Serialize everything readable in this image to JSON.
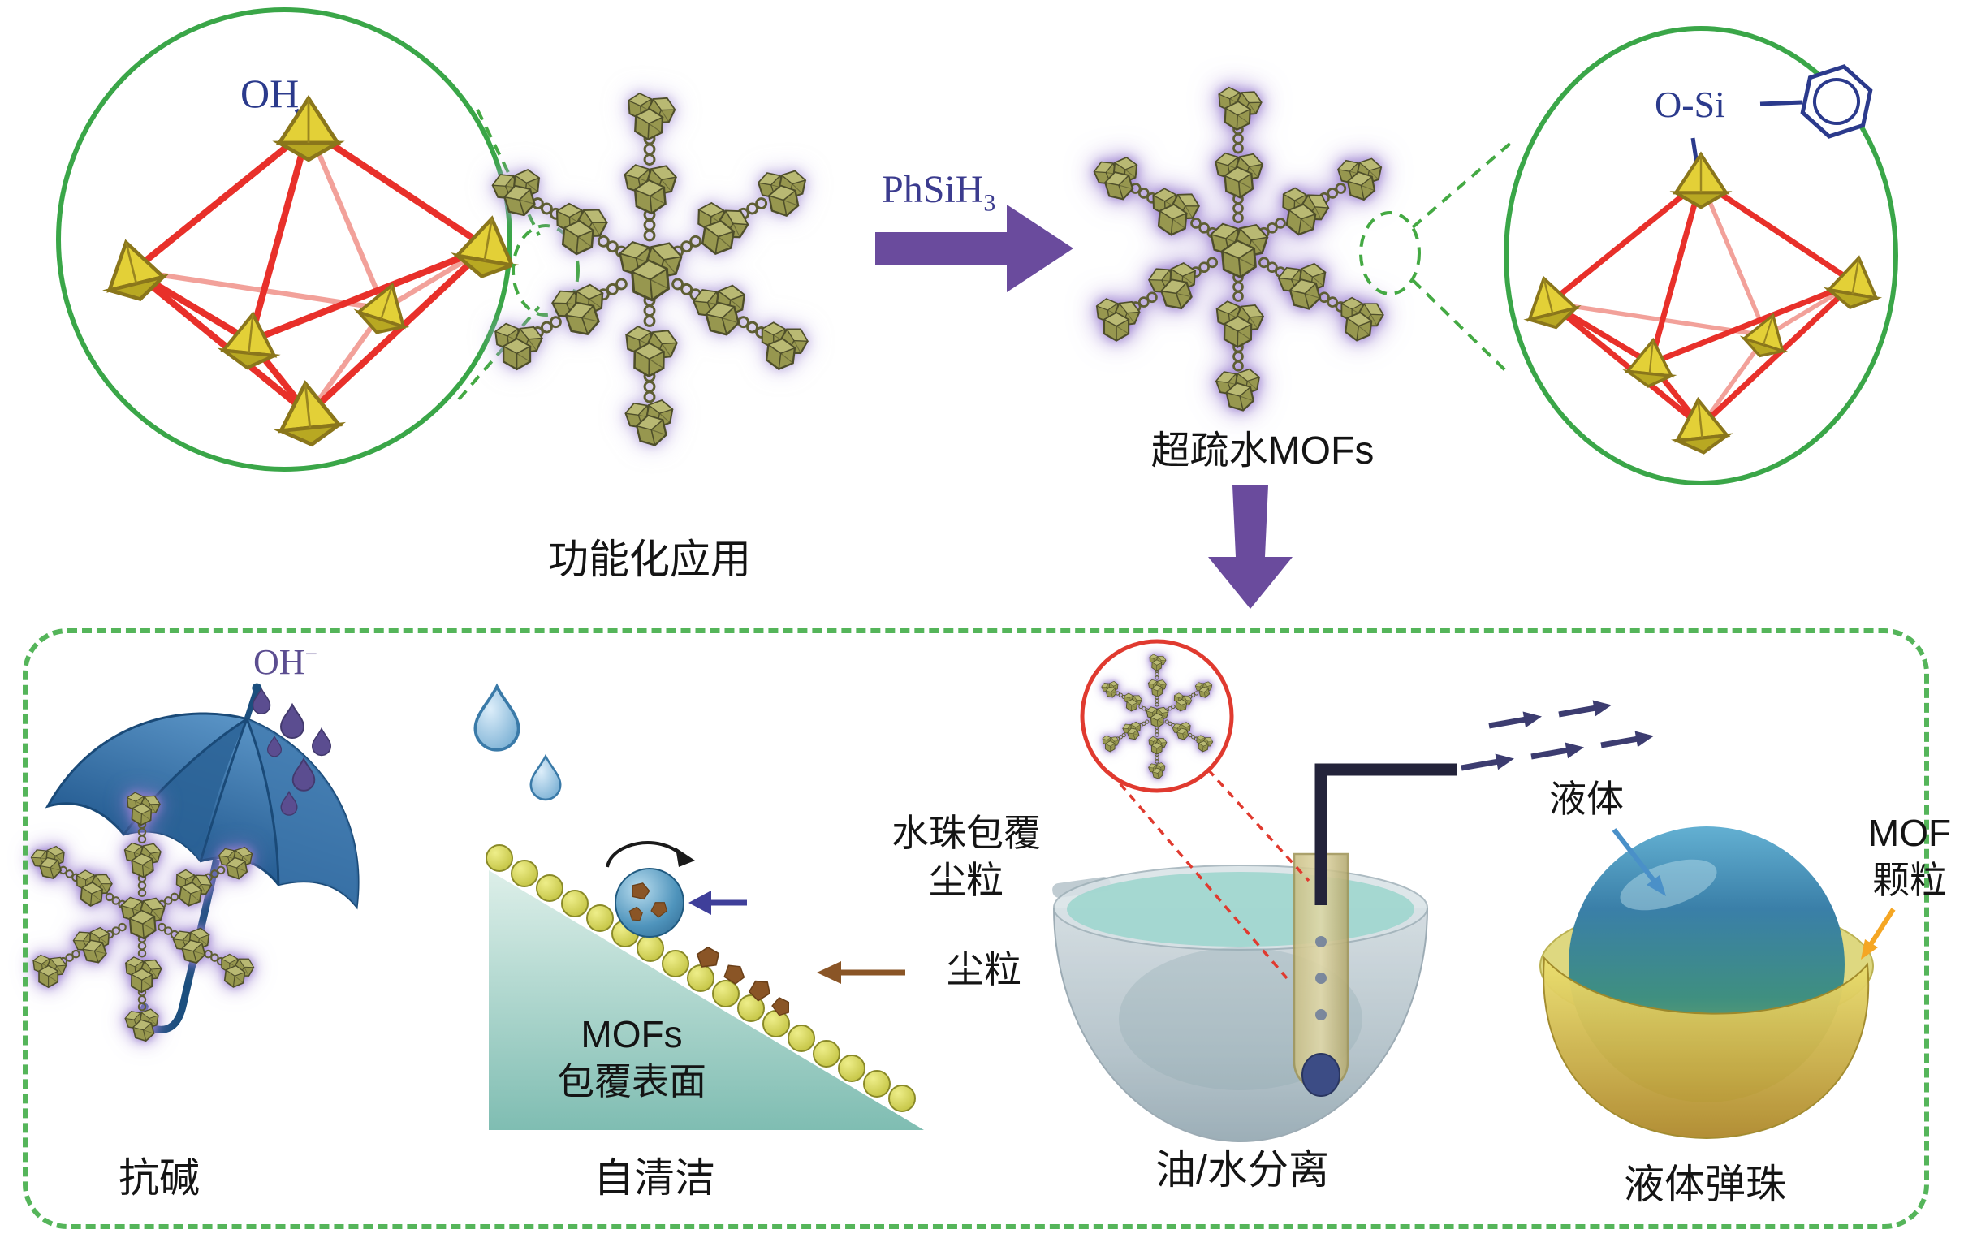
{
  "scheme": {
    "hydroxyl_label": "OH",
    "reagent_main": "PhSiH",
    "reagent_sub": "3",
    "product_label": "超疏水MOFs",
    "silane_label": "O-Si",
    "applications_title": "功能化应用"
  },
  "applications": {
    "alkali_resistance": {
      "ion_main": "OH",
      "ion_sup": "−",
      "caption": "抗碱"
    },
    "self_cleaning": {
      "wrap_label_line1": "水珠包覆",
      "wrap_label_line2": "尘粒",
      "dust_label": "尘粒",
      "surface_label_line1": "MOFs",
      "surface_label_line2": "包覆表面",
      "caption": "自清洁"
    },
    "oil_water_separation": {
      "caption": "油/水分离"
    },
    "liquid_marble": {
      "liquid_label": "液体",
      "particle_label_line1": "MOF",
      "particle_label_line2": "颗粒",
      "caption": "液体弹珠"
    }
  },
  "colors": {
    "zoom_ellipse_green": "#3aa648",
    "dashed_border_green": "#55b55a",
    "cluster_bond_red": "#e8302a",
    "cluster_vertex_gold": "#e3d037",
    "mof_polyhedron_olive": "#97974f",
    "hydrophobic_glow_purple": "#9a7ed0",
    "reaction_arrow_purple": "#6a4b9d",
    "chem_label_blue": "#2b3a8c",
    "hydroxide_purple": "#5b4d90",
    "dust_brown": "#8a5526",
    "slope_teal": "#7fbdb2"
  }
}
